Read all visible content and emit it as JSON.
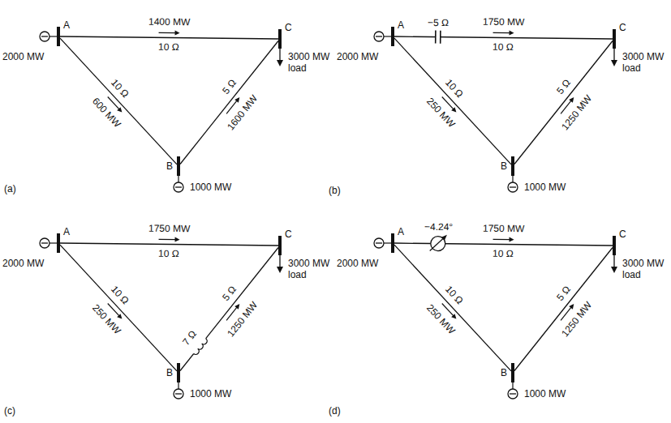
{
  "diagram": {
    "nodes": [
      {
        "text": [
          "A"
        ]
      },
      {
        "text": [
          "C"
        ]
      },
      {
        "text": [
          "B"
        ]
      },
      {
        "text": [
          "A"
        ]
      },
      {
        "text": [
          "C"
        ]
      },
      {
        "text": [
          "B"
        ]
      },
      {
        "text": [
          "A"
        ]
      },
      {
        "text": [
          "C"
        ]
      },
      {
        "text": [
          "B"
        ]
      },
      {
        "text": [
          "A"
        ]
      },
      {
        "text": [
          "C"
        ]
      },
      {
        "text": [
          "B"
        ]
      }
    ],
    "edges": [
      {
        "from": 0,
        "to": 1,
        "label": "1400 MW",
        "arrow": "none"
      },
      {
        "from": 0,
        "to": 2,
        "label": "600 MW",
        "arrow": "none"
      },
      {
        "from": 2,
        "to": 1,
        "label": "1600 MW",
        "arrow": "none"
      },
      {
        "from": 3,
        "to": 4,
        "label": "1750 MW",
        "arrow": "none"
      },
      {
        "from": 3,
        "to": 5,
        "label": "250 MW",
        "arrow": "none"
      },
      {
        "from": 5,
        "to": 4,
        "label": "1250 MW",
        "arrow": "none"
      },
      {
        "from": 6,
        "to": 7,
        "label": "1750 MW",
        "arrow": "none"
      },
      {
        "from": 6,
        "to": 8,
        "label": "250 MW",
        "arrow": "none"
      },
      {
        "from": 8,
        "to": 7,
        "label": "1250 MW",
        "arrow": "none"
      },
      {
        "from": 9,
        "to": 10,
        "label": "1750 MW",
        "arrow": "none"
      },
      {
        "from": 9,
        "to": 11,
        "label": "250 MW",
        "arrow": "none"
      },
      {
        "from": 11,
        "to": 10,
        "label": "1250 MW",
        "arrow": "none"
      }
    ],
    "labels": [
      "(a)",
      "2000 MW",
      "1000 MW",
      "3000 MW load",
      "10 Ω",
      "10 Ω",
      "5 Ω",
      "(b)",
      "2000 MW",
      "1000 MW",
      "3000 MW load",
      "10 Ω",
      "10 Ω",
      "5 Ω",
      "−5 Ω",
      "(c)",
      "2000 MW",
      "1000 MW",
      "3000 MW load",
      "10 Ω",
      "10 Ω",
      "5 Ω",
      "7 Ω",
      "(d)",
      "2000 MW",
      "1000 MW",
      "3000 MW load",
      "10 Ω",
      "10 Ω",
      "5 Ω",
      "−4.24°"
    ]
  }
}
